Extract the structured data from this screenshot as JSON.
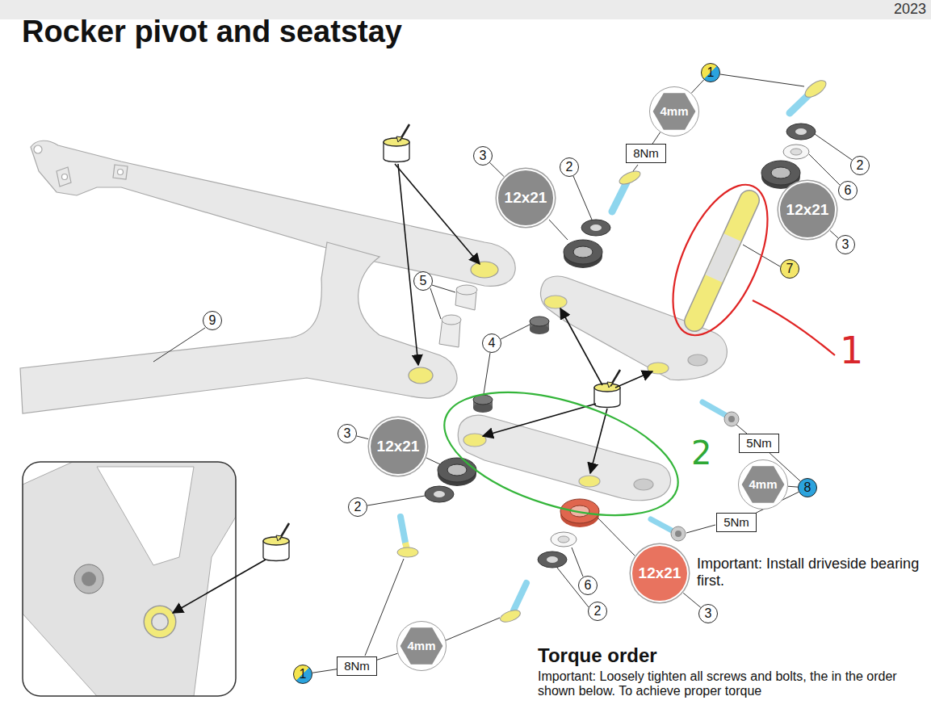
{
  "diagram": {
    "title": "Rocker pivot and seatstay",
    "nodes": [
      {
        "text": [
          "1"
        ]
      },
      {
        "text": [
          "4mm"
        ]
      },
      {
        "text": [
          "3"
        ]
      },
      {
        "text": [
          "8Nm"
        ]
      },
      {
        "text": [
          "2"
        ]
      },
      {
        "text": [
          "2"
        ]
      },
      {
        "text": [
          "6"
        ]
      },
      {
        "text": [
          "12x21"
        ]
      },
      {
        "text": [
          "12x21"
        ]
      },
      {
        "text": [
          "3"
        ]
      },
      {
        "text": [
          "7"
        ]
      },
      {
        "text": [
          "5"
        ]
      },
      {
        "text": [
          "9"
        ]
      },
      {
        "text": [
          "4"
        ]
      },
      {
        "text": [
          "3"
        ]
      },
      {
        "text": [
          "12x21"
        ]
      },
      {
        "text": [
          "5Nm"
        ]
      },
      {
        "text": [
          "4mm"
        ]
      },
      {
        "text": [
          "8"
        ]
      },
      {
        "text": [
          "2"
        ]
      },
      {
        "text": [
          "5Nm"
        ]
      },
      {
        "text": [
          "12x21"
        ]
      },
      {
        "text": [
          "6"
        ]
      },
      {
        "text": [
          "2"
        ]
      },
      {
        "text": [
          "3"
        ]
      },
      {
        "text": [
          "4mm"
        ]
      },
      {
        "text": [
          "8Nm"
        ]
      },
      {
        "text": [
          "1"
        ]
      }
    ],
    "edges": [
      {
        "from": 0,
        "to": 1,
        "arrow": "none"
      },
      {
        "from": 1,
        "to": 3,
        "arrow": "none"
      },
      {
        "from": 2,
        "to": 7,
        "arrow": "none"
      },
      {
        "from": 9,
        "to": 8,
        "arrow": "none"
      },
      {
        "from": 14,
        "to": 15,
        "arrow": "none"
      },
      {
        "from": 16,
        "to": 18,
        "arrow": "none"
      },
      {
        "from": 17,
        "to": 18,
        "arrow": "none"
      },
      {
        "from": 20,
        "to": 18,
        "arrow": "none"
      },
      {
        "from": 24,
        "to": 21,
        "arrow": "none"
      },
      {
        "from": 27,
        "to": 26,
        "arrow": "none"
      },
      {
        "from": 26,
        "to": 25,
        "arrow": "none"
      }
    ],
    "labels": [
      "2023",
      "1",
      "2",
      "Important: Install driveside bearing first.",
      "Torque order",
      "Important: Loosely tighten all screws and bolts, the in the order shown below. To achieve proper torque"
    ]
  }
}
